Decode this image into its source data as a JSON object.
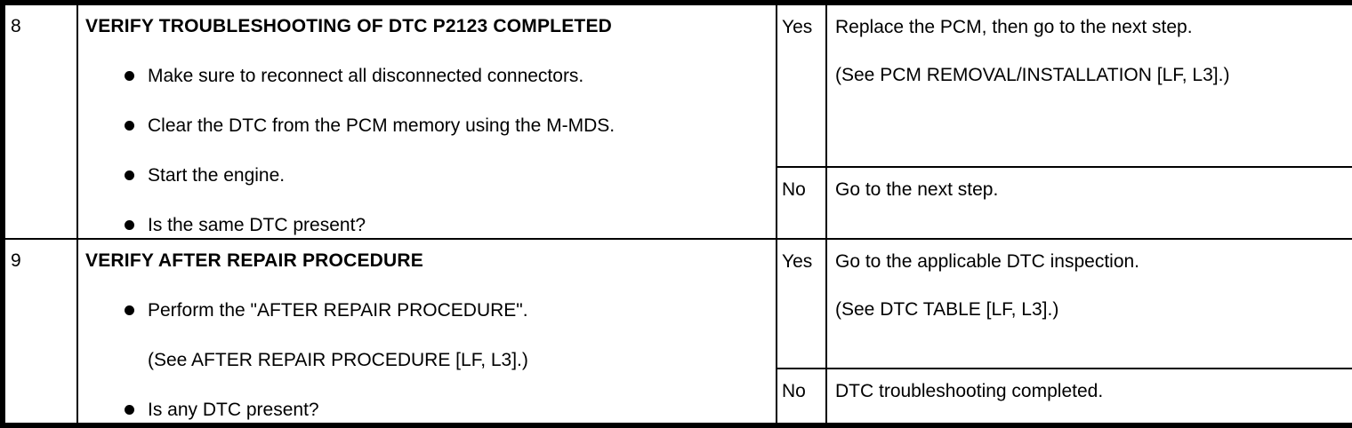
{
  "document": {
    "kind": "dtc-troubleshooting-table",
    "colors": {
      "border": "#000000",
      "background": "#ffffff",
      "text": "#000000"
    }
  },
  "rows": [
    {
      "step": "8",
      "title": "VERIFY TROUBLESHOOTING OF DTC P2123 COMPLETED",
      "items": [
        {
          "bullet": true,
          "text": "Make sure to reconnect all disconnected connectors."
        },
        {
          "bullet": true,
          "text": "Clear the DTC from the PCM memory using the M-MDS."
        },
        {
          "bullet": true,
          "text": "Start the engine."
        },
        {
          "bullet": true,
          "text": "Is the same DTC present?"
        }
      ],
      "yes_label": "Yes",
      "yes_lines": [
        "Replace the PCM, then go to the next step.",
        "(See PCM REMOVAL/INSTALLATION [LF, L3].)"
      ],
      "no_label": "No",
      "no_lines": [
        "Go to the next step."
      ]
    },
    {
      "step": "9",
      "title": "VERIFY AFTER REPAIR PROCEDURE",
      "items": [
        {
          "bullet": true,
          "text": "Perform the \"AFTER REPAIR PROCEDURE\"."
        },
        {
          "bullet": false,
          "text": "(See AFTER REPAIR PROCEDURE [LF, L3].)"
        },
        {
          "bullet": true,
          "text": "Is any DTC present?"
        }
      ],
      "yes_label": "Yes",
      "yes_lines": [
        "Go to the applicable DTC inspection.",
        "(See DTC TABLE [LF, L3].)"
      ],
      "no_label": "No",
      "no_lines": [
        "DTC troubleshooting completed."
      ]
    }
  ]
}
